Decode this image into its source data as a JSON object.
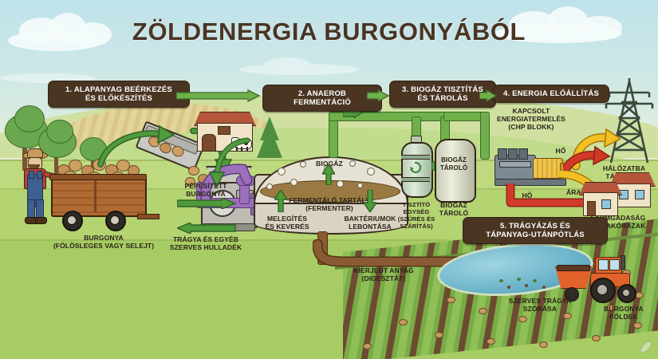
{
  "poster": {
    "title": "ZÖLDENERGIA BURGONYÁBÓL",
    "language": "hu",
    "colors": {
      "badge_bg": "#4a3523",
      "badge_text": "#ffffff",
      "arrow_green": "#4f9b3c",
      "pipe_purple": "#9b6fbb",
      "pipe_green": "#6fb04a",
      "pipe_brown": "#8a5a32",
      "heat_red": "#d23a28",
      "electric_yellow": "#f2c023",
      "sky_top": "#bfe2ea",
      "grass": "#b4d472",
      "water": "#6fb6cc",
      "tractor_orange": "#e2622c"
    }
  },
  "steps": [
    {
      "id": "step1",
      "badge": "1. ALAPANYAG BEÉRKEZÉS\nÉS ELŐKÉSZÍTÉS"
    },
    {
      "id": "step2",
      "badge": "2. ANAEROB FERMENTÁCIÓ"
    },
    {
      "id": "step3",
      "badge": "3. BIOGÁZ TISZTÍTÁS\nÉS TÁROLÁS"
    },
    {
      "id": "step4",
      "badge": "4. ENERGIA ELŐÁLLÍTÁS"
    },
    {
      "id": "step5",
      "badge": "5. TRÁGYÁZÁS ÉS\nTÁPANYAG-UTÁNPÓTLÁS"
    }
  ],
  "labels": {
    "potato_source": "BURGONYA\n(FÖLÖSLEGES VAGY SELEJT)",
    "mashed_potato": "PÉPESÍTETT\nBURGONYA",
    "manure_waste": "TRÁGYA ÉS EGYÉB\nSZERVES HULLADÉK",
    "biogas": "BIOGÁZ",
    "fermenter_tank": "FERMENTÁLÓ TARTÁLY\n(FERMENTER)",
    "heating_mixing": "MELEGÍTÉS\nÉS KEVERÉS",
    "bacteria": "BAKTÉRIUMOK\nLEBONTÁSA",
    "cleaning_unit": "TISZTÍTÓ\nEGYSÉG\n(SZŰRÉS ÉS\nSZÁRÍTÁS)",
    "gas_storage_caption": "BIOGÁZ\nTÁROLÓ",
    "gas_storage_tank": "BIOGÁZ\nTÁROLÓ",
    "chp": "KAPCSOLT\nENERGIATERMELÉS\n(CHP BLOKK)",
    "heat_to_grid": "HŐ",
    "heat_to_farm": "HŐ",
    "electricity": "ÁRAM",
    "grid_feed": "HÁLÓZATBA\nTÁPLÁLÁS",
    "farm_houses": "FARMGADASÁG\nÉS LAKÓHÁZAK",
    "digestate": "KIERJEDT ANYAG\n(DIGESZTÁT)",
    "manure_spreading": "SZERVES TRÁGYA\nSZÓRÁSA",
    "potato_fields": "BURGONYA\nFÖLDEK"
  },
  "flow_diagram": {
    "type": "process-flow",
    "nodes": [
      "Burgonya (alapanyag)",
      "Aprító / pépesítő",
      "Fermentáló tartály",
      "Tisztító egység",
      "Biogáz tároló",
      "CHP blokk",
      "Hálózat / farmgazdaság",
      "Digesztát tároló",
      "Burgonya földek"
    ],
    "edges": [
      "Burgonya → Aprító",
      "Aprító → Fermenter (pépesített burgonya)",
      "Trágya → Fermenter",
      "Fermenter → Tisztító egység (biogáz)",
      "Tisztító egység → Biogáz tároló",
      "Biogáz tároló → CHP blokk",
      "CHP → Hálózatba táplálás (áram)",
      "CHP → Farmgazdaság (hő)",
      "Fermenter → Digesztát tároló",
      "Digesztát → Burgonya földek"
    ]
  }
}
